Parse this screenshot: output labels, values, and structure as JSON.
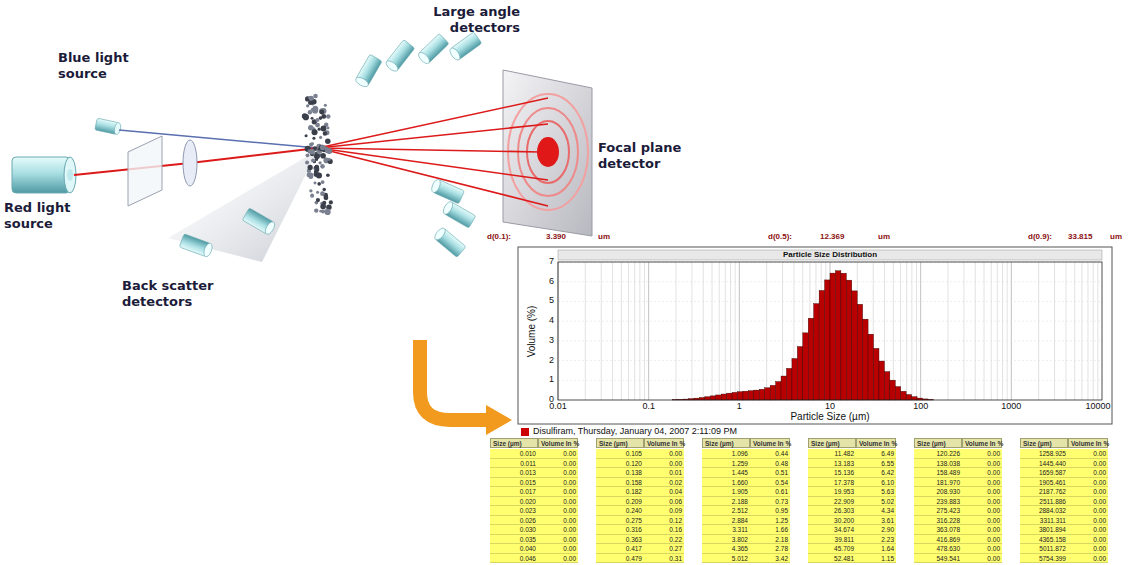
{
  "diagram": {
    "labels": [
      "Large angle detectors",
      "Blue light source",
      "Red light source",
      "Back scatter detectors",
      "Focal plane detector",
      "d(0.1):",
      "3.390",
      "um",
      "d(0.5):",
      "12.369",
      "um",
      "d(0.9):",
      "33.815",
      "um",
      "Particle Size Distribution",
      "Volume (%)",
      "0",
      "1",
      "2",
      "3",
      "4",
      "5",
      "6",
      "7",
      "0.01",
      "0.1",
      "1",
      "10",
      "100",
      "1000",
      "10000",
      "Particle Size (µm)",
      "Size (µm)",
      "Volume In %",
      "0.010",
      "0.00",
      "0.011",
      "0.00",
      "0.013",
      "0.00",
      "0.015",
      "0.00",
      "0.017",
      "0.00",
      "0.020",
      "0.00",
      "0.023",
      "0.00",
      "0.026",
      "0.00",
      "0.030",
      "0.00",
      "0.035",
      "0.00",
      "0.040",
      "0.00",
      "0.046",
      "0.00",
      "Size (µm)",
      "Volume In %",
      "0.105",
      "0.00",
      "0.120",
      "0.00",
      "0.138",
      "0.01",
      "0.158",
      "0.02",
      "0.182",
      "0.04",
      "0.209",
      "0.06",
      "0.240",
      "0.09",
      "0.275",
      "0.12",
      "0.316",
      "0.16",
      "0.363",
      "0.22",
      "0.417",
      "0.27",
      "0.479",
      "0.31",
      "Size (µm)",
      "Volume In %",
      "1.096",
      "0.44",
      "1.259",
      "0.48",
      "1.445",
      "0.51",
      "1.660",
      "0.54",
      "1.905",
      "0.61",
      "2.188",
      "0.73",
      "2.512",
      "0.95",
      "2.884",
      "1.25",
      "3.311",
      "1.66",
      "3.802",
      "2.18",
      "4.365",
      "2.78",
      "5.012",
      "3.42",
      "Size (µm)",
      "Volume In %",
      "11.482",
      "6.49",
      "13.183",
      "6.55",
      "15.136",
      "6.42",
      "17.378",
      "6.10",
      "19.953",
      "5.63",
      "22.909",
      "5.02",
      "26.303",
      "4.34",
      "30.200",
      "3.61",
      "34.674",
      "2.90",
      "39.811",
      "2.23",
      "45.709",
      "1.64",
      "52.481",
      "1.15",
      "Size (µm)",
      "Volume In %",
      "120.226",
      "0.00",
      "138.038",
      "0.00",
      "158.489",
      "0.00",
      "181.970",
      "0.00",
      "208.930",
      "0.00",
      "239.883",
      "0.00",
      "275.423",
      "0.00",
      "316.228",
      "0.00",
      "363.078",
      "0.00",
      "416.869",
      "0.00",
      "478.630",
      "0.00",
      "549.541",
      "0.00",
      "Size (µm)",
      "Volume In %",
      "1258.925",
      "0.00",
      "1445.440",
      "0.00",
      "1659.587",
      "0.00",
      "1905.461",
      "0.00",
      "2187.762",
      "0.00",
      "2511.886",
      "0.00",
      "2884.032",
      "0.00",
      "3311.311",
      "0.00",
      "3801.894",
      "0.00",
      "4365.158",
      "0.00",
      "5011.872",
      "0.00",
      "5754.399",
      "0.00"
    ],
    "legend": [
      {
        "text": "Disulfiram, Thursday, January 04, 2007 2:11:09 PM",
        "color": "#cc0000"
      }
    ]
  }
}
